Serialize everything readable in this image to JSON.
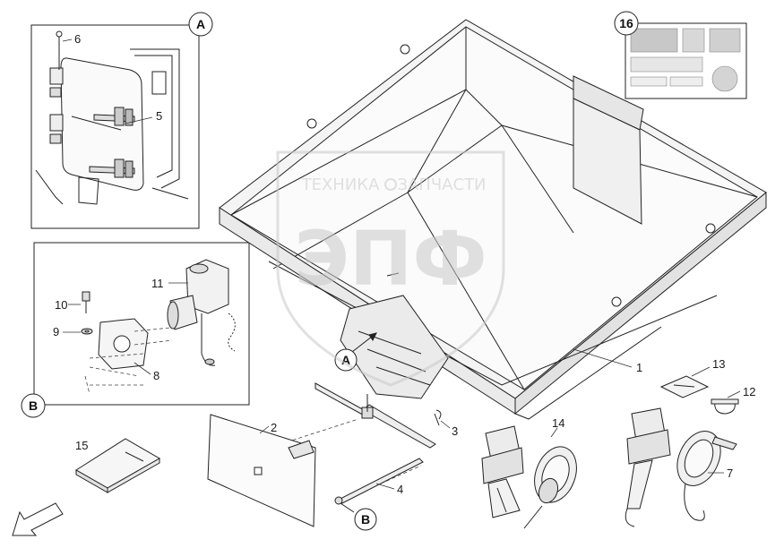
{
  "callouts": {
    "p1": "1",
    "p2": "2",
    "p3": "3",
    "p4": "4",
    "p5": "5",
    "p6": "6",
    "p7": "7",
    "p8": "8",
    "p9": "9",
    "p10": "10",
    "p11": "11",
    "p12": "12",
    "p13": "13",
    "p14": "14",
    "p15": "15"
  },
  "detail_markers": {
    "a_detail": "A",
    "b_detail": "B",
    "a_pointer": "A",
    "b_pointer": "B",
    "decals": "16"
  },
  "watermark": {
    "top_text": "ТЕХНИКА",
    "top_text_right": "ЗАПЧАСТИ",
    "big_text": "ЭПФ"
  },
  "colors": {
    "line": "#222222",
    "hopper_fill": "#f2f2f2",
    "decal_grey": "#c8c8c8",
    "watermark": "#c9c9c9"
  }
}
